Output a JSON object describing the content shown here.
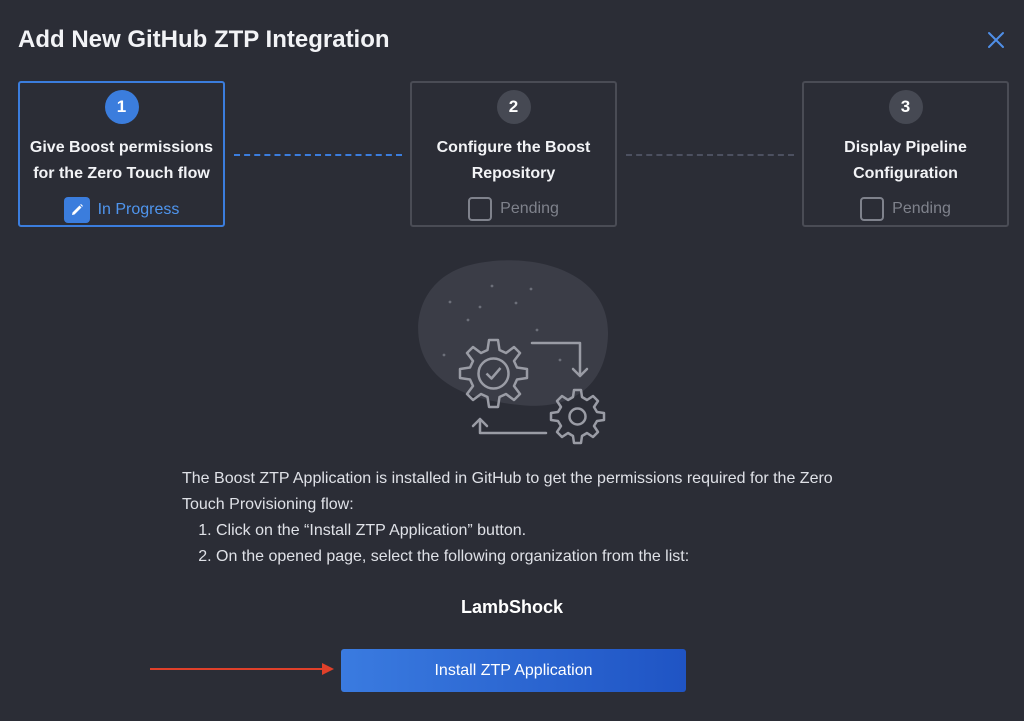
{
  "dialog": {
    "title": "Add New GitHub ZTP Integration"
  },
  "steps": [
    {
      "number": "1",
      "label": "Give Boost permissions for the Zero Touch flow",
      "status": "In Progress"
    },
    {
      "number": "2",
      "label": "Configure the Boost Repository",
      "status": "Pending"
    },
    {
      "number": "3",
      "label": "Display Pipeline Configuration",
      "status": "Pending"
    }
  ],
  "description": {
    "intro": "The Boost ZTP Application is installed in GitHub to get the permissions required for the Zero Touch Provisioning flow:",
    "items": [
      "Click on the “Install ZTP Application” button.",
      "On the opened page, select the following organization from the list:"
    ]
  },
  "organization": "LambShock",
  "install_button": {
    "label": "Install ZTP Application"
  },
  "icons": {
    "close": "close-icon",
    "edit": "pencil-icon",
    "pending": "checkbox-icon",
    "illustration": "gears-cycle-icon"
  },
  "colors": {
    "accent": "#3b7ddd",
    "background": "#2b2d36",
    "annotation_arrow": "#e0402a"
  }
}
